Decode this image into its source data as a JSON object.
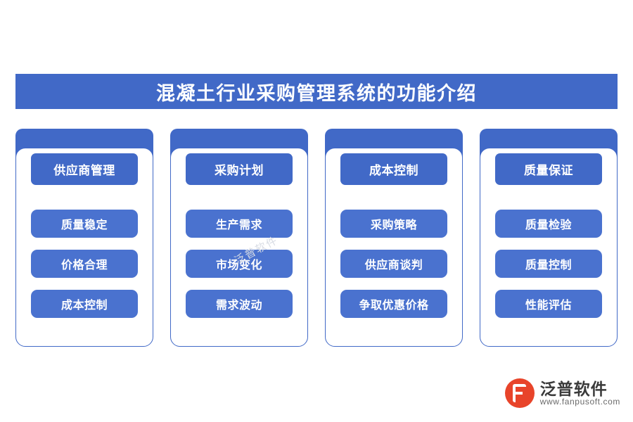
{
  "title": "混凝土行业采购管理系统的功能介绍",
  "watermark": "泛普软件",
  "columns": [
    {
      "header": "供应商管理",
      "items": [
        "质量稳定",
        "价格合理",
        "成本控制"
      ]
    },
    {
      "header": "采购计划",
      "items": [
        "生产需求",
        "市场变化",
        "需求波动"
      ]
    },
    {
      "header": "成本控制",
      "items": [
        "采购策略",
        "供应商谈判",
        "争取优惠价格"
      ]
    },
    {
      "header": "质量保证",
      "items": [
        "质量检验",
        "质量控制",
        "性能评估"
      ]
    }
  ],
  "logo": {
    "name_cn": "泛普软件",
    "name_en": "www.fanpusoft.com"
  },
  "colors": {
    "primary": "#4169c7",
    "pill": "#4a72cf",
    "logo_red": "#e8442a"
  }
}
